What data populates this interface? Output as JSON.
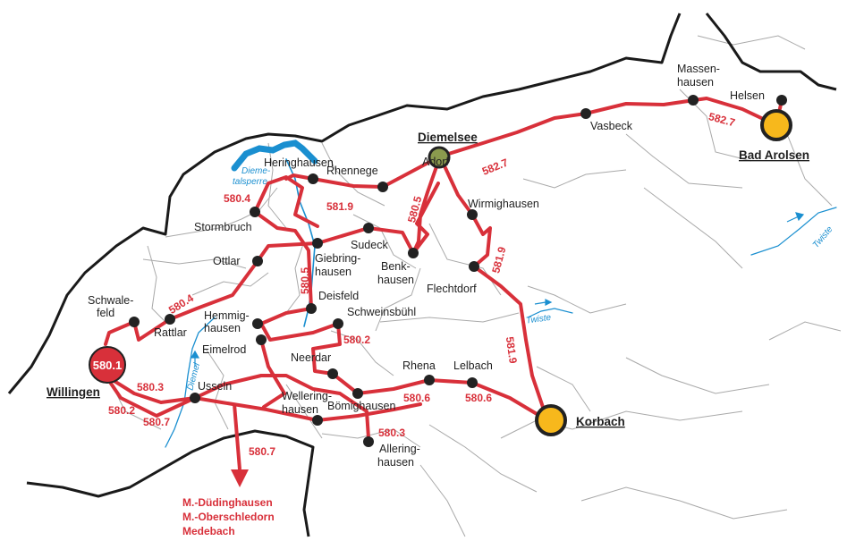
{
  "colors": {
    "route": "#d8303a",
    "stop": "#222222",
    "hub_yellow": "#f7b81c",
    "hub_olive": "#8a9a4e",
    "hub_red": "#d8303a",
    "water": "#1a8fd0",
    "border_thick": "#1a1a1a",
    "border_thin": "#a9a9a9"
  },
  "towns": {
    "willingen": "Willingen",
    "diemelsee": "Diemelsee",
    "korbach": "Korbach",
    "bad_arolsen": "Bad Arolsen"
  },
  "hub_label": "580.1",
  "places": {
    "heringhausen": "Heringhausen",
    "rhennege": "Rhennege",
    "adorf": "Adorf",
    "vasbeck": "Vasbeck",
    "massenhausen_1": "Massen-",
    "massenhausen_2": "hausen",
    "helsen": "Helsen",
    "wirmighausen": "Wirmighausen",
    "stormbruch": "Stormbruch",
    "sudeck": "Sudeck",
    "ottlar": "Ottlar",
    "giebringhausen_1": "Giebring-",
    "giebringhausen_2": "hausen",
    "benkhausen_1": "Benk-",
    "benkhausen_2": "hausen",
    "flechtdorf": "Flechtdorf",
    "schwalefeld_1": "Schwale-",
    "schwalefeld_2": "feld",
    "rattlar": "Rattlar",
    "deisfeld": "Deisfeld",
    "hemmighausen_1": "Hemmig-",
    "hemmighausen_2": "hausen",
    "schweinsbuehl": "Schweinsbühl",
    "eimelrod": "Eimelrod",
    "neerdar": "Neerdar",
    "rhena": "Rhena",
    "lelbach": "Lelbach",
    "usseln": "Usseln",
    "welleringhausen_1": "Wellering-",
    "welleringhausen_2": "hausen",
    "boemighausen": "Bömighausen",
    "alleringhausen_1": "Allering-",
    "alleringhausen_2": "hausen"
  },
  "routes": {
    "r580_4_a": "580.4",
    "r581_9_a": "581.9",
    "r580_5_a": "580.5",
    "r582_7_a": "582.7",
    "r582_7_b": "582.7",
    "r581_9_b": "581.9",
    "r580_4_b": "580.4",
    "r580_5_b": "580.5",
    "r580_2_a": "580.2",
    "r581_9_c": "581.9",
    "r580_3_a": "580.3",
    "r580_2_b": "580.2",
    "r580_7_a": "580.7",
    "r580_6_a": "580.6",
    "r580_6_b": "580.6",
    "r580_3_b": "580.3",
    "r580_7_b": "580.7"
  },
  "waters": {
    "diemeltalsperre_1": "Dieme-",
    "diemeltalsperre_2": "talsperre",
    "diemel": "Diemel",
    "twiste_1": "Twiste",
    "twiste_2": "Twiste"
  },
  "destinations": [
    "M.-Düdinghausen",
    "M.-Oberschledorn",
    "Medebach"
  ]
}
